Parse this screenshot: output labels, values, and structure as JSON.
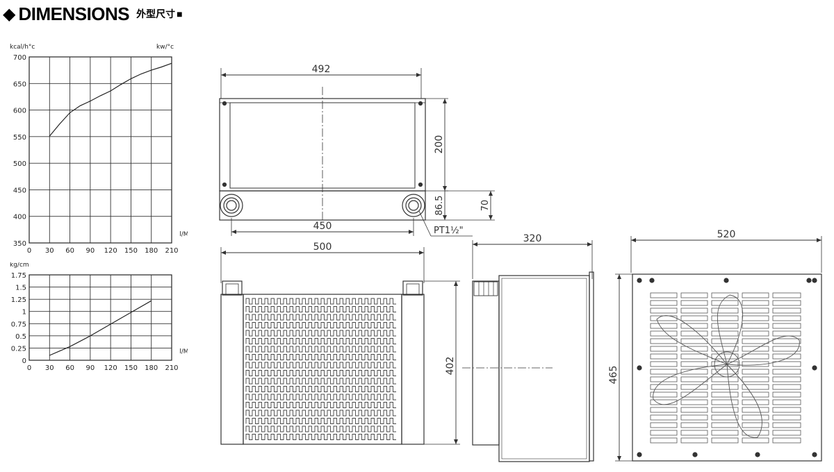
{
  "header": {
    "marker": "◆",
    "title": "DIMENSIONS",
    "subtitle_cn": "外型尺寸",
    "end_marker": "■"
  },
  "chart_data": [
    {
      "type": "line",
      "y_unit_left": "kcal/h°c",
      "y_unit_right": "kw/°c",
      "x_unit": "l/Min",
      "x_ticks": [
        "0",
        "30",
        "60",
        "90",
        "120",
        "150",
        "180",
        "210"
      ],
      "y_ticks": [
        "350",
        "400",
        "450",
        "500",
        "550",
        "600",
        "650",
        "700"
      ],
      "xlim": [
        0,
        210
      ],
      "ylim": [
        350,
        700
      ],
      "grid": true,
      "x": [
        30,
        45,
        60,
        75,
        90,
        105,
        120,
        135,
        150,
        165,
        180,
        195,
        210
      ],
      "y": [
        551,
        574,
        595,
        608,
        617,
        627,
        636,
        648,
        659,
        668,
        675,
        681,
        688
      ]
    },
    {
      "type": "line",
      "y_unit_left": "kg/cm",
      "x_unit": "l/Min",
      "x_ticks": [
        "0",
        "30",
        "60",
        "90",
        "120",
        "150",
        "180",
        "210"
      ],
      "y_ticks": [
        "0",
        "0.25",
        "0.5",
        "0.75",
        "1",
        "1.25",
        "1.5",
        "1.75"
      ],
      "xlim": [
        0,
        210
      ],
      "ylim": [
        0,
        1.75
      ],
      "grid": true,
      "x": [
        30,
        60,
        90,
        120,
        150,
        180
      ],
      "y": [
        0.1,
        0.28,
        0.5,
        0.74,
        0.98,
        1.22
      ]
    }
  ],
  "dimensions": {
    "top_width": "492",
    "top_height": "200",
    "port_offset": "86.5",
    "base_height": "70",
    "port_spacing": "450",
    "thread": "PT1½\"",
    "front_width": "500",
    "core_height": "402",
    "side_depth": "320",
    "fan_width": "520",
    "fan_height": "465"
  }
}
